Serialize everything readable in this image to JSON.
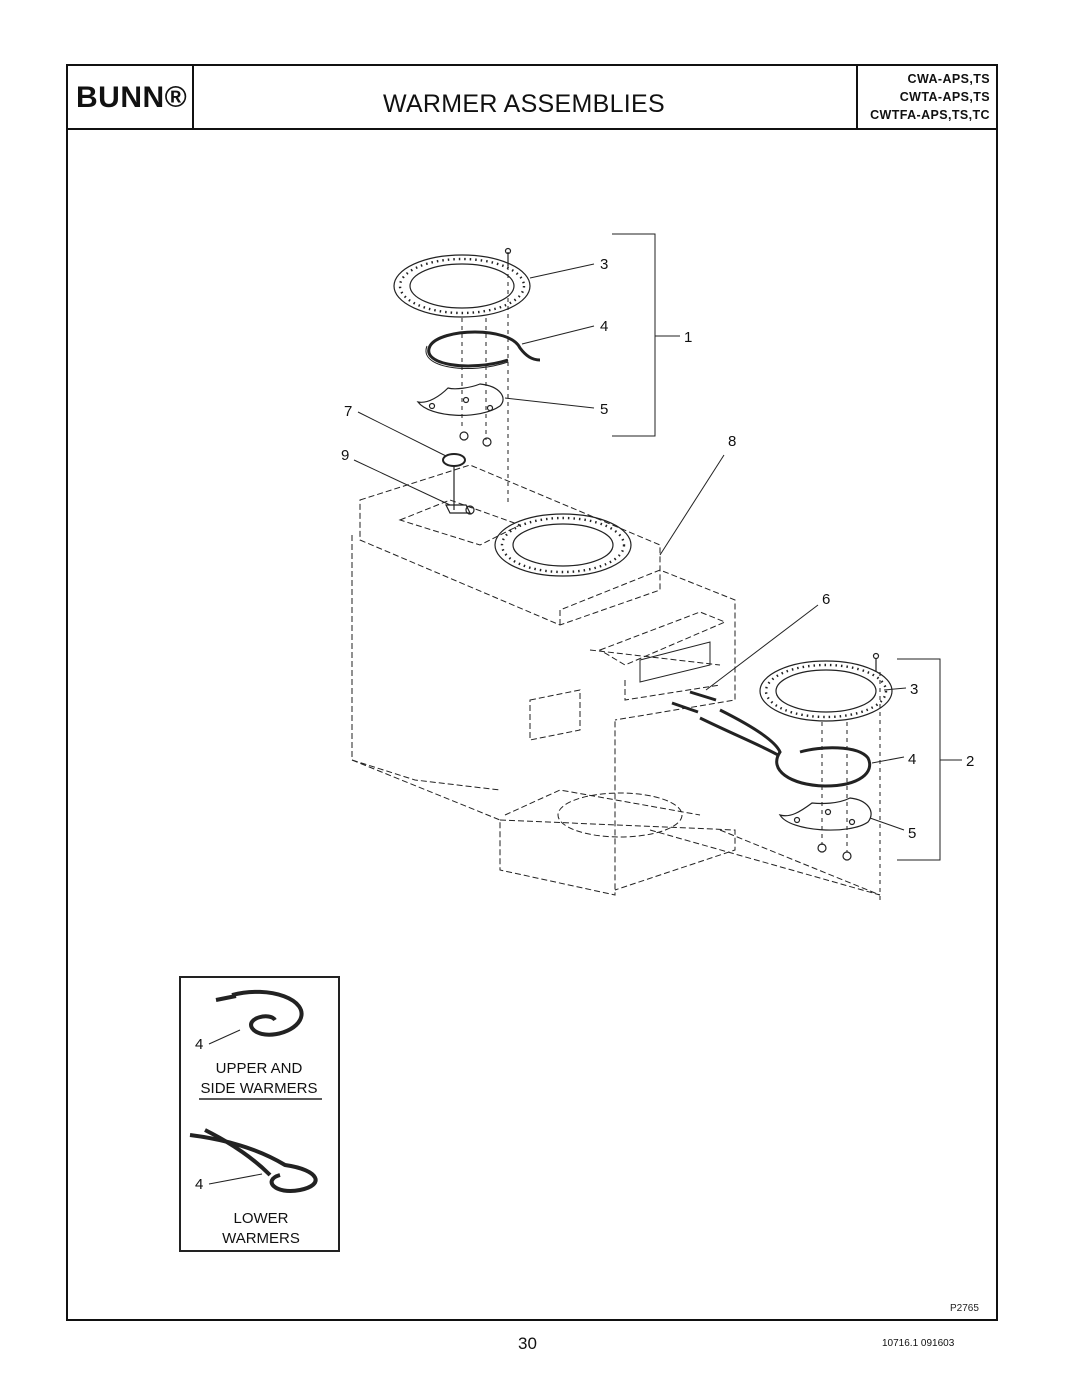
{
  "header": {
    "logo": "BUNN®",
    "title": "WARMER ASSEMBLIES",
    "models": [
      "CWA-APS,TS",
      "CWTA-APS,TS",
      "CWTFA-APS,TS,TC"
    ]
  },
  "callouts": {
    "upper": [
      "3",
      "4",
      "1",
      "5",
      "7",
      "8",
      "9"
    ],
    "side": [
      "6",
      "3",
      "4",
      "2",
      "5"
    ]
  },
  "legend": {
    "upper_part": "4",
    "upper_caption_1": "UPPER AND",
    "upper_caption_2": "SIDE WARMERS",
    "lower_part": "4",
    "lower_caption_1": "LOWER",
    "lower_caption_2": "WARMERS"
  },
  "footer": {
    "drawing_ref": "P2765",
    "page_number": "30",
    "doc_number": "10716.1 091603"
  }
}
